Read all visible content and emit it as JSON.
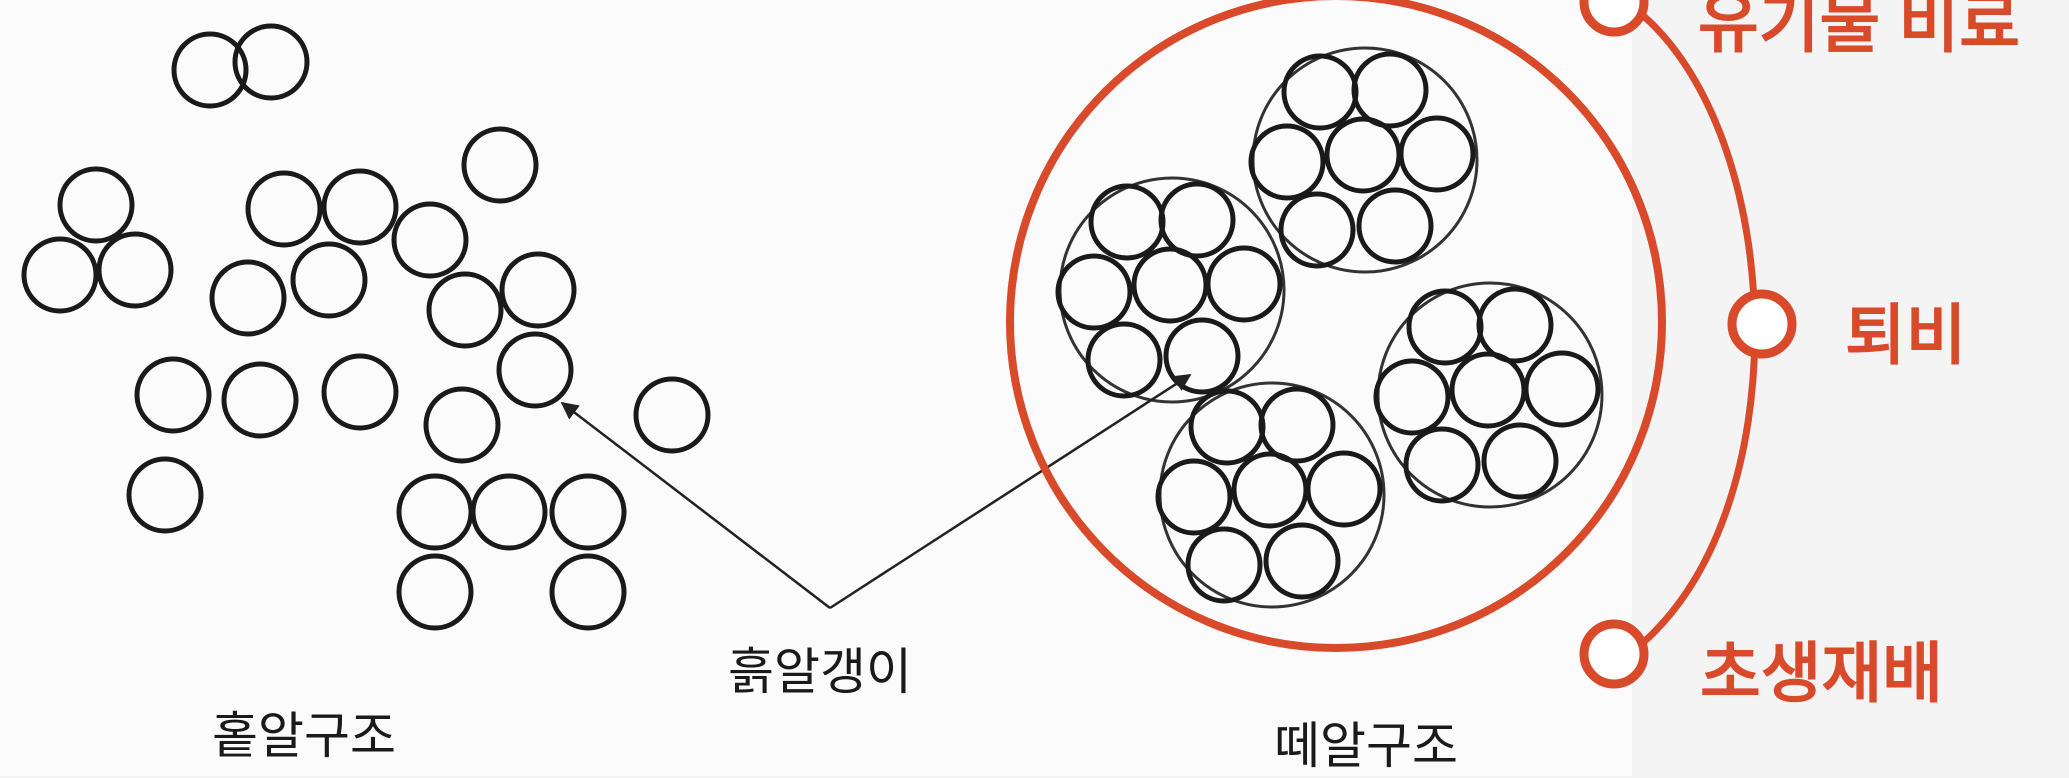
{
  "diagram": {
    "labels": {
      "single_grain": "홑알구조",
      "soil_particle": "흙알갱이",
      "aggregate": "떼알구조"
    }
  },
  "menu": {
    "accent_color": "#d94a2b",
    "items": [
      {
        "label": "유기물 비료"
      },
      {
        "label": "퇴비"
      },
      {
        "label": "초생재배"
      }
    ]
  }
}
